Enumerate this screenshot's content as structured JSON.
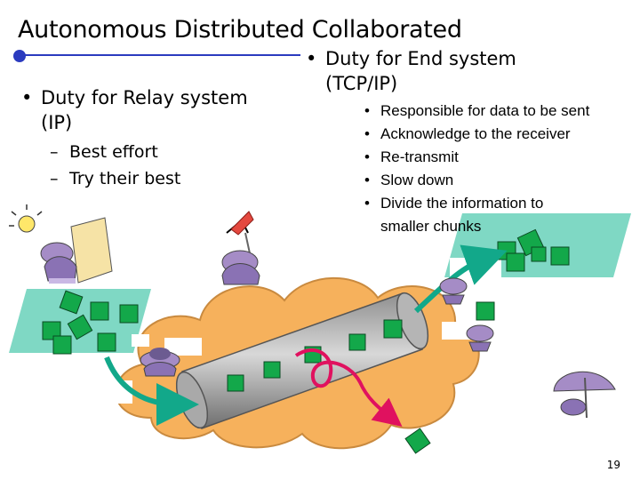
{
  "slide": {
    "title": "Autonomous Distributed Collaborated",
    "page_number": "19"
  },
  "left": {
    "heading_line1": "Duty for Relay system",
    "heading_line2": "(IP)",
    "sub_items": [
      "Best effort",
      "Try their best"
    ]
  },
  "right": {
    "heading_line1": "Duty for End system",
    "heading_line2": "(TCP/IP)",
    "duties": [
      "Responsible for data to be sent",
      "Acknowledge to the receiver",
      "Re-transmit",
      "Slow down",
      "Divide the information to"
    ],
    "duties_continuation": "smaller chunks"
  },
  "colors": {
    "accent_line": "#2b3bbf",
    "packet_green": "#13a84a",
    "platform_teal": "#7fd8c4",
    "cloud_orange": "#f6b15c",
    "arrow_teal": "#12a88a",
    "retransmit_red": "#e0115f"
  }
}
